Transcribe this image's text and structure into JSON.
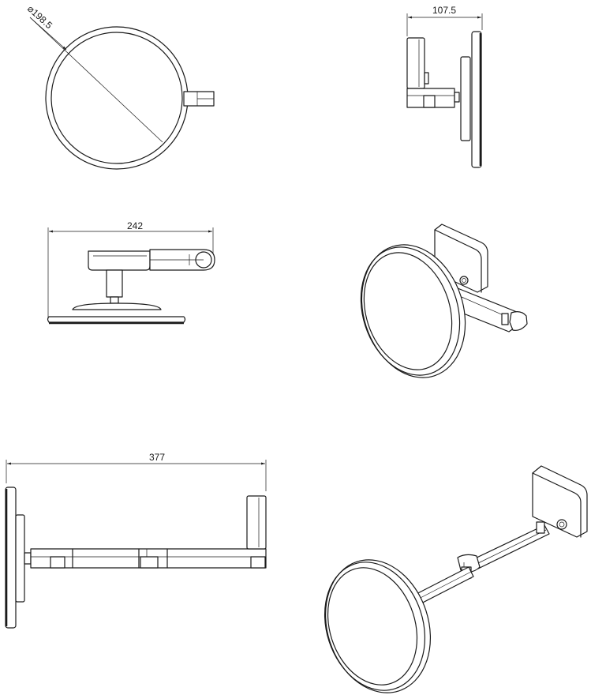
{
  "dimensions": {
    "diameter": "198.5",
    "depth": "107.5",
    "width": "242",
    "extended_length": "377"
  }
}
